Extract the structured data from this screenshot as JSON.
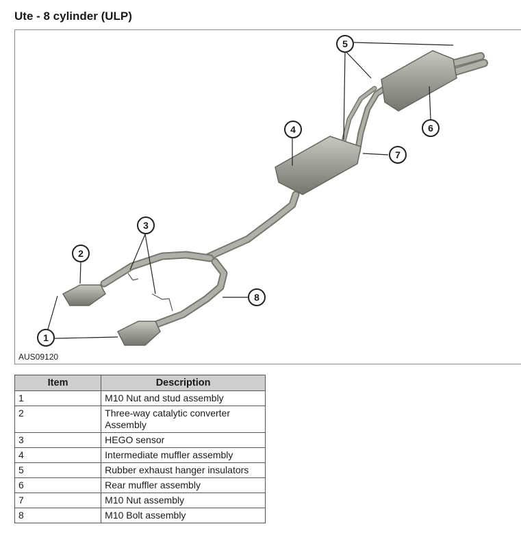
{
  "title": "Ute - 8 cylinder (ULP)",
  "figure": {
    "code": "AUS09120",
    "callouts": [
      "1",
      "2",
      "3",
      "4",
      "5",
      "6",
      "7",
      "8"
    ]
  },
  "table": {
    "headers": [
      "Item",
      "Description"
    ],
    "rows": [
      {
        "item": "1",
        "description": "M10 Nut and stud assembly"
      },
      {
        "item": "2",
        "description": "Three-way catalytic converter Assembly"
      },
      {
        "item": "3",
        "description": "HEGO sensor"
      },
      {
        "item": "4",
        "description": "Intermediate muffler assembly"
      },
      {
        "item": "5",
        "description": "Rubber exhaust hanger insulators"
      },
      {
        "item": "6",
        "description": "Rear muffler assembly"
      },
      {
        "item": "7",
        "description": "M10 Nut assembly"
      },
      {
        "item": "8",
        "description": "M10 Bolt assembly"
      }
    ]
  },
  "colors": {
    "pipe": "#9a9a92",
    "pipe_dark": "#6f6f68",
    "header_bg": "#cfcfcf",
    "leader": "#222222"
  }
}
